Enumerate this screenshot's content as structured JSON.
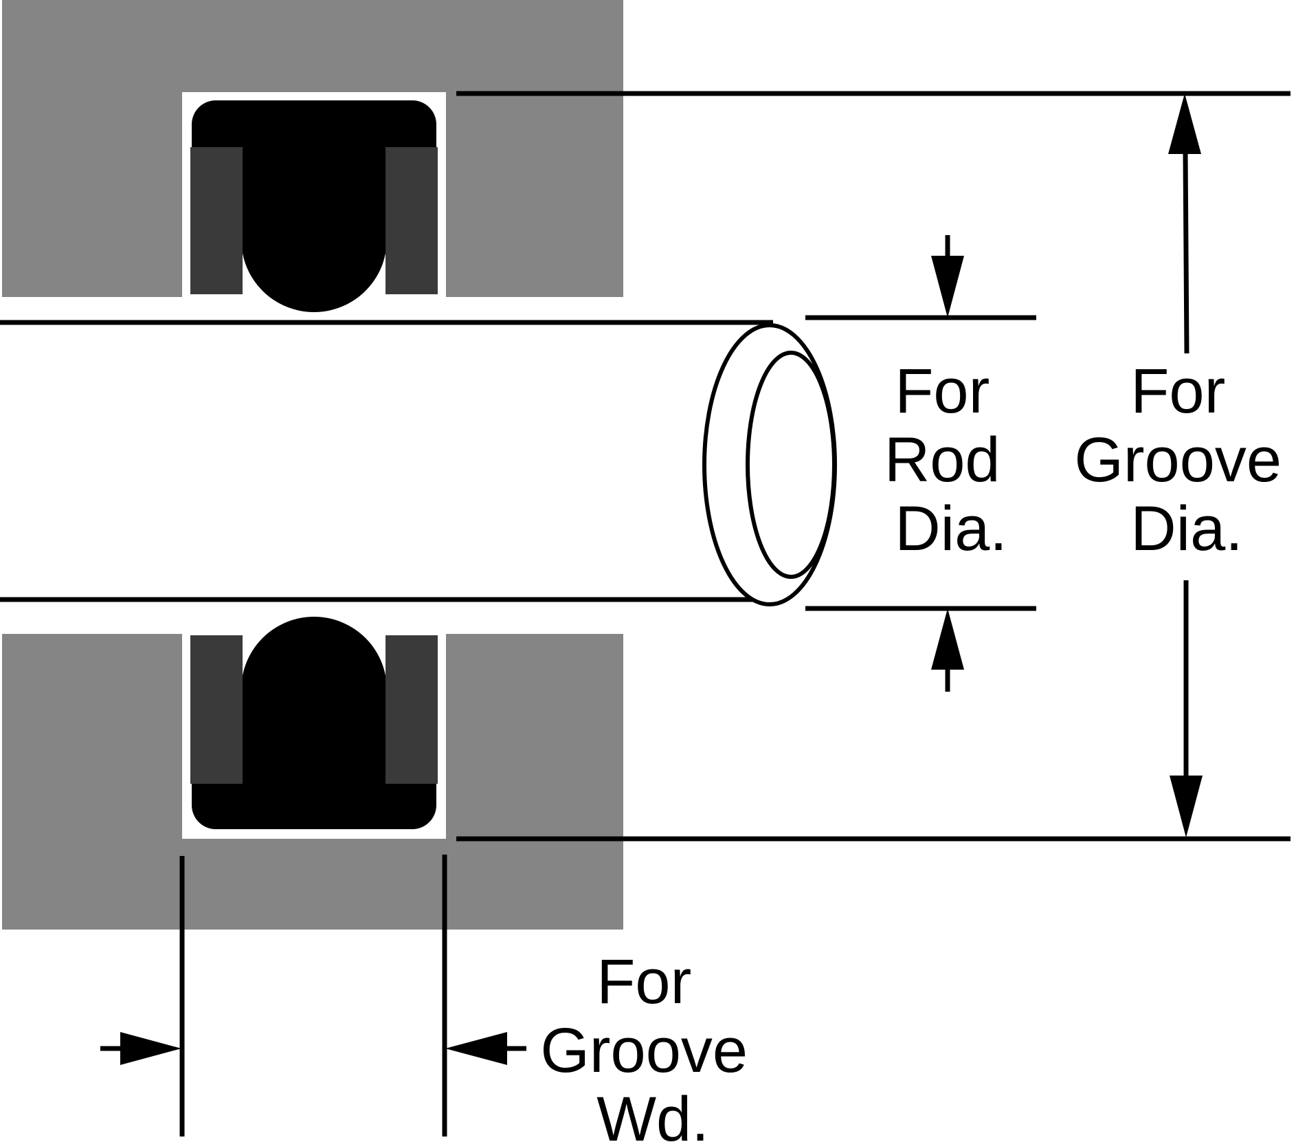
{
  "colors": {
    "housing": "#858585",
    "seal": "#000000",
    "backup_ring": "#3a3a3a",
    "groove": "#ffffff",
    "line": "#000000"
  },
  "labels": {
    "rod_dia": [
      "For",
      "Rod",
      "Dia."
    ],
    "groove_dia": [
      "For",
      "Groove",
      "Dia."
    ],
    "groove_wd": [
      "For",
      "Groove",
      "Wd."
    ]
  }
}
